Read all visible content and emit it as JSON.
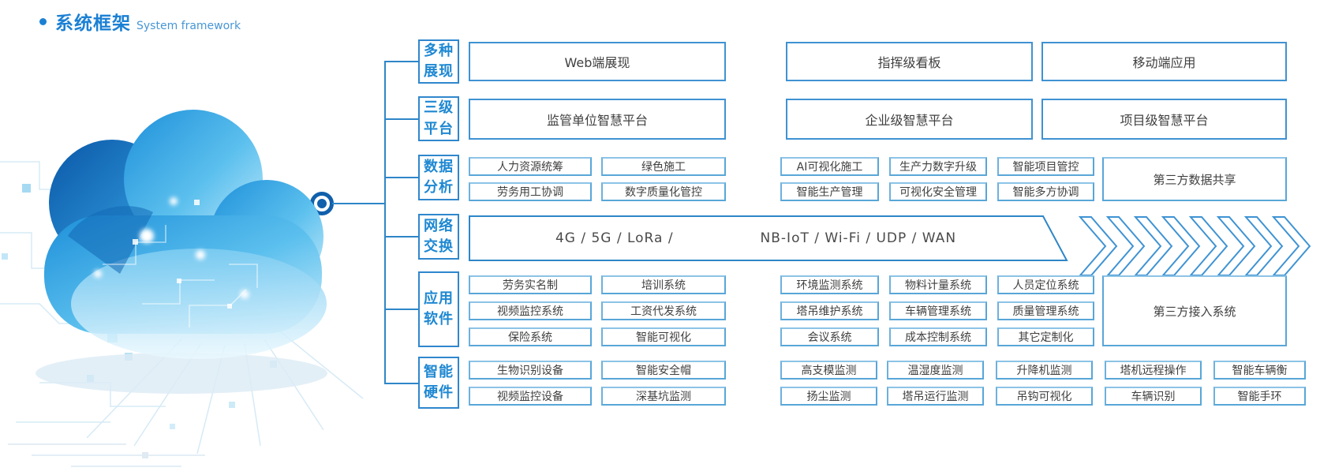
{
  "header": {
    "title_cn": "系统框架",
    "title_en": "System framework"
  },
  "colors": {
    "accent": "#1b80d4",
    "connector_line": "#2e86c8",
    "big_box_border": "#3f92d2",
    "small_box_border": "#58a6d8",
    "category_text": "#1e88d2",
    "box_text": "#404040",
    "cloud_dark": "#0a57a7",
    "cloud_light": "#a9ddf6"
  },
  "icons": {
    "connector_node": "donut-circle",
    "chevron": "right-chevron-arrow",
    "cloud": "cloud-illustration"
  },
  "categories": {
    "display": {
      "line1": "多种",
      "line2": "展现"
    },
    "platform": {
      "line1": "三级",
      "line2": "平台"
    },
    "analysis": {
      "line1": "数据",
      "line2": "分析"
    },
    "network": {
      "line1": "网络",
      "line2": "交换"
    },
    "software": {
      "line1": "应用",
      "line2": "软件"
    },
    "hardware": {
      "line1": "智能",
      "line2": "硬件"
    }
  },
  "display_row": {
    "b1": "Web端展现",
    "b2": "指挥级看板",
    "b3": "移动端应用"
  },
  "platform_row": {
    "b1": "监管单位智慧平台",
    "b2": "企业级智慧平台",
    "b3": "项目级智慧平台"
  },
  "analysis_row": {
    "a1": "人力资源统筹",
    "a2": "绿色施工",
    "a3": "劳务用工协调",
    "a4": "数字质量化管控",
    "b1": "AI可视化施工",
    "b2": "生产力数字升级",
    "b3": "智能项目管控",
    "b4": "智能生产管理",
    "b5": "可视化安全管理",
    "b6": "智能多方协调",
    "share": "第三方数据共享"
  },
  "network_row": {
    "left": "4G / 5G / LoRa /",
    "right": "NB-IoT / Wi-Fi / UDP / WAN"
  },
  "software_row": {
    "a1": "劳务实名制",
    "a2": "培训系统",
    "a3": "视频监控系统",
    "a4": "工资代发系统",
    "a5": "保险系统",
    "a6": "智能可视化",
    "b1": "环境监测系统",
    "b2": "物料计量系统",
    "b3": "人员定位系统",
    "b4": "塔吊维护系统",
    "b5": "车辆管理系统",
    "b6": "质量管理系统",
    "b7": "会议系统",
    "b8": "成本控制系统",
    "b9": "其它定制化",
    "share": "第三方接入系统"
  },
  "hardware_row": {
    "a1": "生物识别设备",
    "a2": "智能安全帽",
    "a3": "视频监控设备",
    "a4": "深基坑监测",
    "c1": "高支模监测",
    "c2": "温湿度监测",
    "c3": "升降机监测",
    "c4": "塔机远程操作",
    "c5": "智能车辆衡",
    "c6": "扬尘监测",
    "c7": "塔吊运行监测",
    "c8": "吊钩可视化",
    "c9": "车辆识别",
    "c10": "智能手环"
  }
}
